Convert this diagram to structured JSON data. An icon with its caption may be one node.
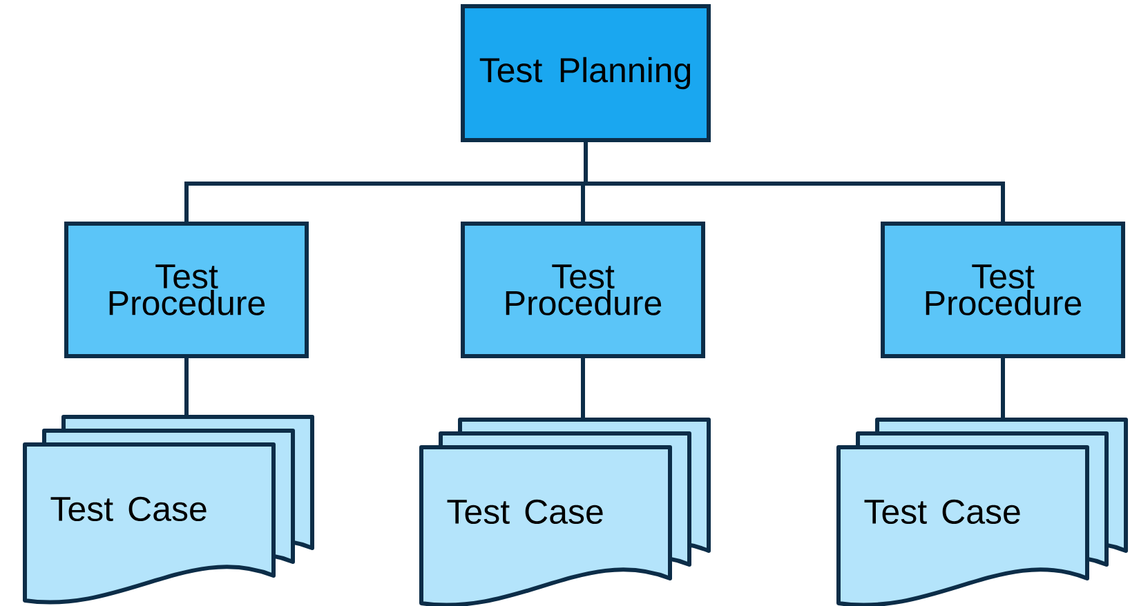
{
  "diagram": {
    "nodes": [
      {
        "text": [
          "Test Planning"
        ]
      },
      {
        "text": [
          "Test Procedure"
        ]
      },
      {
        "text": [
          "Test Procedure"
        ]
      },
      {
        "text": [
          "Test Procedure"
        ]
      },
      {
        "text": [
          "Test Case"
        ]
      },
      {
        "text": [
          "Test Case"
        ]
      },
      {
        "text": [
          "Test Case"
        ]
      }
    ],
    "edges": [
      {
        "from": 0,
        "to": 1,
        "arrow": "none"
      },
      {
        "from": 0,
        "to": 2,
        "arrow": "none"
      },
      {
        "from": 0,
        "to": 3,
        "arrow": "none"
      },
      {
        "from": 1,
        "to": 4,
        "arrow": "none"
      },
      {
        "from": 2,
        "to": 5,
        "arrow": "none"
      },
      {
        "from": 3,
        "to": 6,
        "arrow": "none"
      }
    ]
  }
}
